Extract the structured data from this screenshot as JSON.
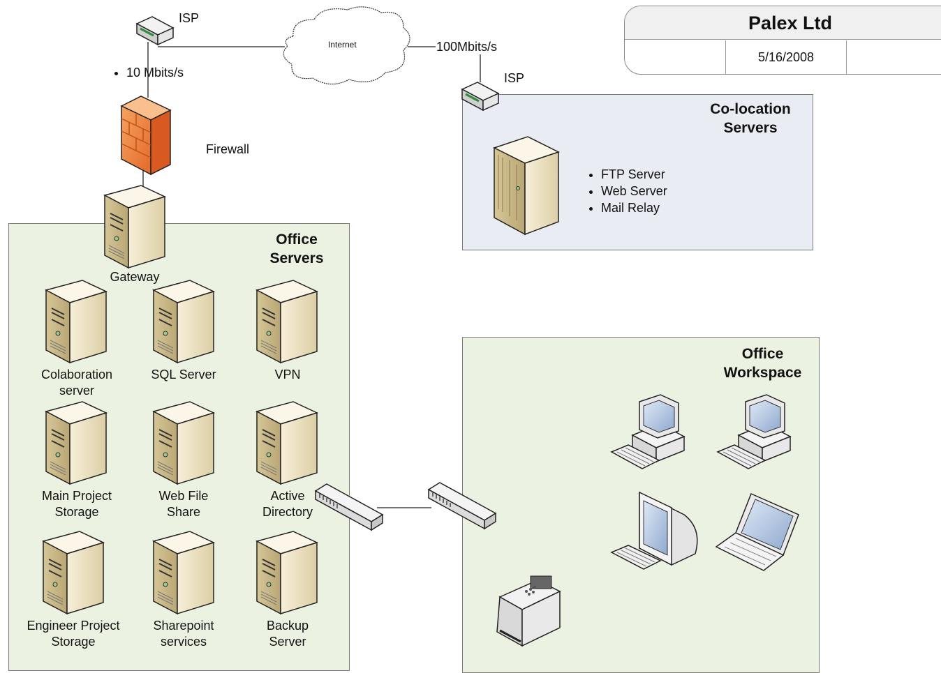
{
  "title_block": {
    "company": "Palex Ltd",
    "date": "5/16/2008",
    "cell_left": "",
    "cell_right": ""
  },
  "internet": {
    "cloud_label": "Internet",
    "isp_left_label": "ISP",
    "isp_right_label": "ISP",
    "left_speed": "10 Mbits/s",
    "right_speed": "100Mbits/s",
    "firewall_label": "Firewall"
  },
  "colocation": {
    "title_line1": "Co-location",
    "title_line2": "Servers",
    "services": [
      "FTP Server",
      "Web Server",
      "Mail Relay"
    ]
  },
  "office_servers": {
    "title_line1": "Office",
    "title_line2": "Servers",
    "gateway": "Gateway",
    "servers": [
      {
        "line1": "Colaboration",
        "line2": "server"
      },
      {
        "line1": "SQL Server",
        "line2": ""
      },
      {
        "line1": "VPN",
        "line2": ""
      },
      {
        "line1": "Main Project",
        "line2": "Storage"
      },
      {
        "line1": "Web File",
        "line2": "Share"
      },
      {
        "line1": "Active",
        "line2": "Directory"
      },
      {
        "line1": "Engineer Project",
        "line2": "Storage"
      },
      {
        "line1": "Sharepoint",
        "line2": "services"
      },
      {
        "line1": "Backup",
        "line2": "Server"
      }
    ]
  },
  "workspace": {
    "title_line1": "Office",
    "title_line2": "Workspace"
  },
  "colors": {
    "zone_green": "#ebf2e1",
    "zone_blue": "#e9edf3",
    "firewall": "#f08a3c",
    "server_body": "#efe3c2"
  }
}
